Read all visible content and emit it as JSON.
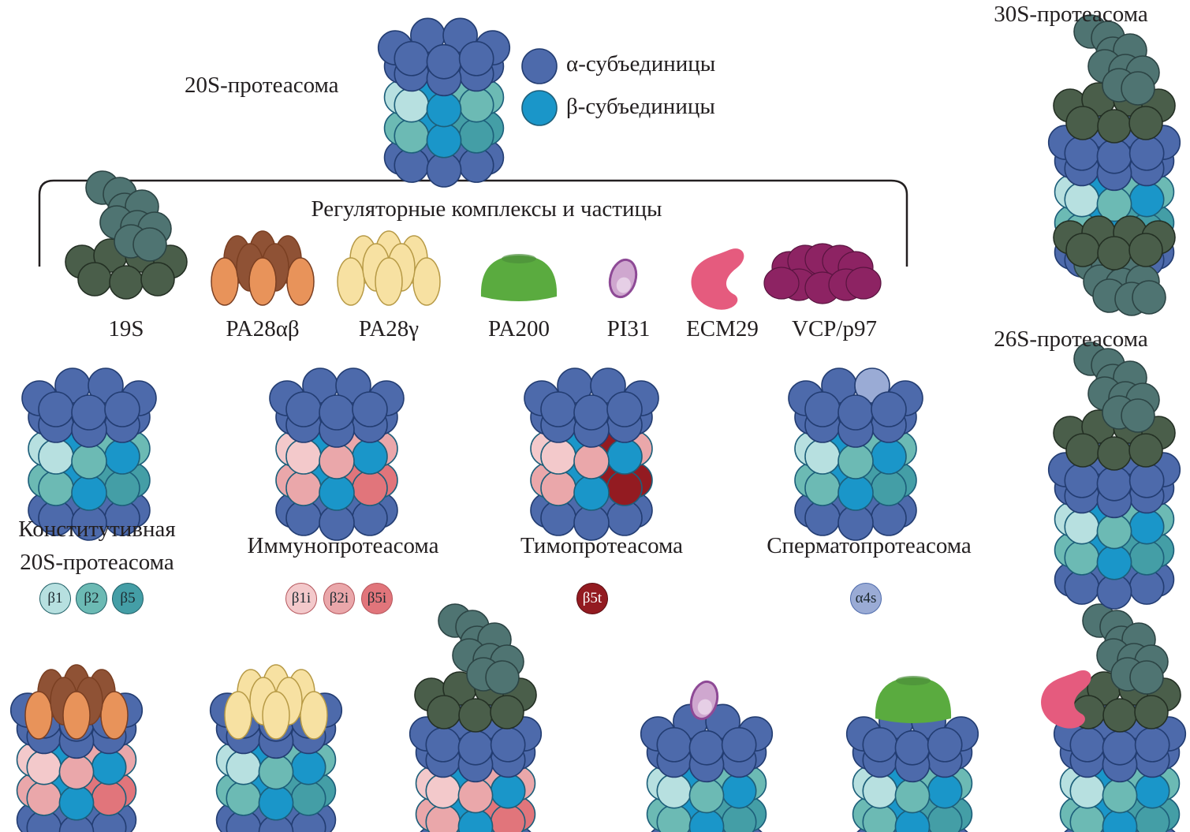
{
  "legend": {
    "title": "20S-протеасома",
    "alpha": "α-субъединицы",
    "beta": "β-субъединицы"
  },
  "regulators_title": "Регуляторные комплексы и частицы",
  "regulators": [
    "19S",
    "PA28αβ",
    "PA28γ",
    "PA200",
    "PI31",
    "ECM29",
    "VCP/p97"
  ],
  "types": {
    "constitutive_line1": "Конститутивная",
    "constitutive_line2": "20S-протеасома",
    "immuno": "Иммунопротеасома",
    "thymo": "Тимопротеасома",
    "spermato": "Сперматопротеасома"
  },
  "chips": {
    "constitutive": [
      "β1",
      "β2",
      "β5"
    ],
    "immuno": [
      "β1i",
      "β2i",
      "β5i"
    ],
    "thymo": [
      "β5t"
    ],
    "spermato": [
      "α4s"
    ]
  },
  "side": {
    "p30s": "30S-протеасома",
    "p26s": "26S-протеасома"
  },
  "colors": {
    "alpha": "#4d6aab",
    "beta": "#1a96c9",
    "beta1": "#b7e0e0",
    "beta2": "#6cbab4",
    "beta5": "#449ea6",
    "beta1i": "#f3c9cb",
    "beta2i": "#eaa7aa",
    "beta5i": "#e1757b",
    "beta5t": "#931b21",
    "alpha4s": "#9aabd5",
    "rp_base": "#4a5e4a",
    "rp_lid": "#4f7472",
    "pa28ab_light": "#e8935a",
    "pa28ab_dark": "#8f5235",
    "pa28g": "#f7e1a2",
    "pa200": "#5aab3f",
    "pi31": "#cfa7cf",
    "ecm29": "#e55b7e",
    "vcp": "#8d2363"
  }
}
